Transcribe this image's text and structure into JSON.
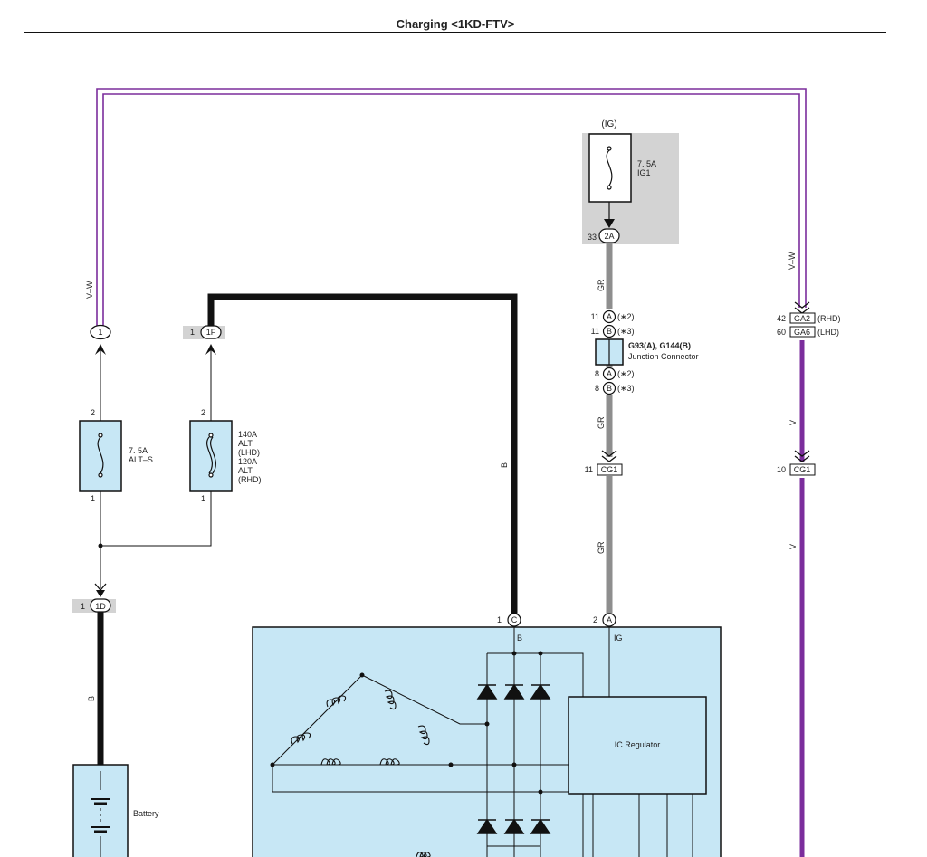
{
  "title": "Charging <1KD-FTV>",
  "colors": {
    "purple": "#7b2d9c",
    "black": "#111111",
    "gray": "#8e8e8e",
    "component_fill": "#c7e7f5",
    "shade": "#d3d3d3"
  },
  "wires": {
    "vw_left": "V–W",
    "vw_right": "V–W",
    "b_main": "B",
    "b_batt": "B",
    "gr_1": "GR",
    "gr_2": "GR",
    "gr_3": "GR",
    "v_1": "V",
    "v_2": "V"
  },
  "fuse_ig1": {
    "source": "(IG)",
    "rating": "7. 5A",
    "name": "IG1",
    "pin": "33",
    "connector": "2A"
  },
  "fuse_alts": {
    "pin_top": "2",
    "pin_bottom": "1",
    "rating": "7. 5A",
    "name": "ALT–S"
  },
  "fuse_alt": {
    "pin_top": "2",
    "pin_bottom": "1",
    "line1": "140A",
    "line2": "ALT",
    "line3": "(LHD)",
    "line4": "120A",
    "line5": "ALT",
    "line6": "(RHD)"
  },
  "connectors": {
    "c1": {
      "pin": "1"
    },
    "c1f": {
      "pin": "1",
      "label": "1F"
    },
    "c1d": {
      "pin": "1",
      "label": "1D"
    },
    "ga": {
      "pin_rhd": "42",
      "label_rhd": "GA2",
      "note_rhd": "(RHD)",
      "pin_lhd": "60",
      "label_lhd": "GA6",
      "note_lhd": "(LHD)"
    },
    "cg1_left": {
      "pin": "11",
      "label": "CG1"
    },
    "cg1_right": {
      "pin": "10",
      "label": "CG1"
    }
  },
  "junction": {
    "name": "G93(A), G144(B)",
    "type": "Junction Connector",
    "top": [
      {
        "pin": "11",
        "letter": "A",
        "note": "(∗2)"
      },
      {
        "pin": "11",
        "letter": "B",
        "note": "(∗3)"
      }
    ],
    "bottom": [
      {
        "pin": "8",
        "letter": "A",
        "note": "(∗2)"
      },
      {
        "pin": "8",
        "letter": "B",
        "note": "(∗3)"
      }
    ]
  },
  "alternator": {
    "term_b": {
      "pin": "1",
      "letter": "C",
      "name": "B"
    },
    "term_ig": {
      "pin": "2",
      "letter": "A",
      "name": "IG"
    },
    "regulator": "IC Regulator"
  },
  "battery": {
    "label": "Battery"
  }
}
